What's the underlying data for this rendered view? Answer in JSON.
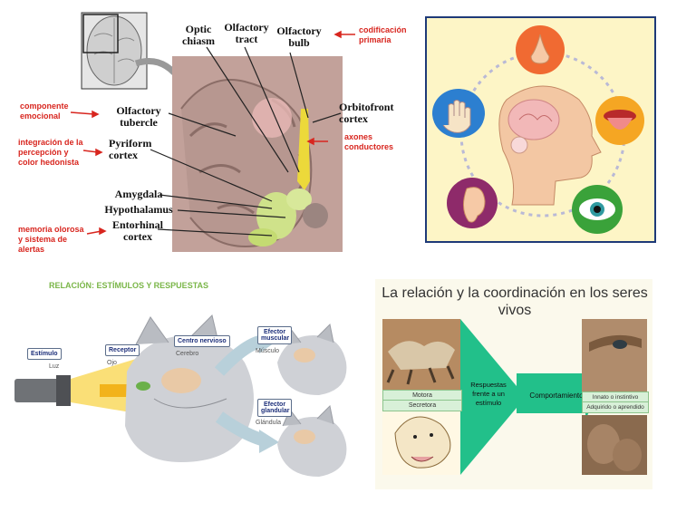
{
  "panel1": {
    "labels": {
      "optic_chiasm": "Optic chiasm",
      "olfactory_tract": "Olfactory tract",
      "olfactory_bulb": "Olfactory bulb",
      "orbitofrontal": "Orbitofront cortex",
      "olfactory_tubercle": "Olfactory tubercle",
      "pyriform": "Pyriform cortex",
      "amygdala": "Amygdala",
      "hypothalamus": "Hypothalamus",
      "entorhinal": "Entorhinal cortex"
    },
    "annotations": {
      "codificacion": "codificación primaria",
      "axones": "axones conductores",
      "emocional": "componente emocional",
      "integracion": "integración de la percepción y color hedonista",
      "memoria": "memoria olorosa y sistema de alertas"
    }
  },
  "panel2": {
    "senses": [
      "nose-icon",
      "tongue-icon",
      "eye-icon",
      "ear-icon",
      "hand-icon"
    ]
  },
  "panel3": {
    "title": "RELACIÓN: ESTÍMULOS Y RESPUESTAS",
    "estimulo": "Estímulo",
    "luz": "Luz",
    "receptor": "Receptor",
    "ojo": "Ojo",
    "centro": "Centro nervioso",
    "cerebro": "Cerebro",
    "efector_muscular": "Efector muscular",
    "musculo": "Músculo",
    "efector_glandular": "Efector glandular",
    "glandula": "Glándula"
  },
  "panel4": {
    "title": "La relación y la coordinación en los seres vivos",
    "motora": "Motora",
    "secretora": "Secretora",
    "respuestas": "Respuestas frente a un estímulo",
    "comportamiento": "Comportamiento",
    "innato": "Innato o instintivo",
    "adquirido": "Adquirido o aprendido"
  },
  "colors": {
    "annotation_red": "#d8261f",
    "senses_bg": "#fdf5c6",
    "senses_border": "#1e3a78",
    "arrow_green": "#22c08a",
    "stim_title_green": "#7ab648"
  }
}
